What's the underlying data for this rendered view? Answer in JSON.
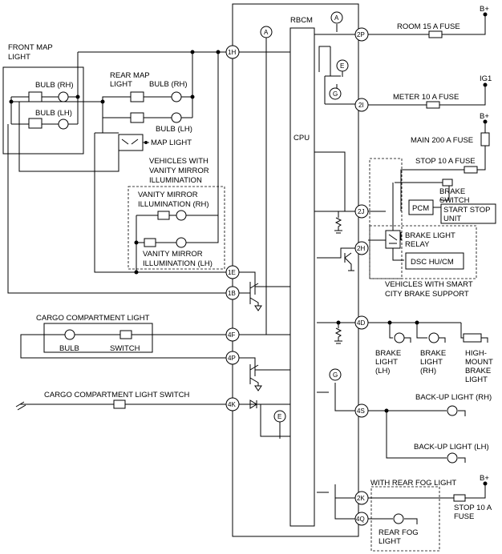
{
  "module": {
    "name": "RBCM",
    "cpu": "CPU"
  },
  "connectors": {
    "c1H": "1H",
    "c1E": "1E",
    "c1B": "1B",
    "c4F": "4F",
    "c4P": "4P",
    "c4K": "4K",
    "c2P": "2P",
    "c2I": "2I",
    "c2J": "2J",
    "c2H": "2H",
    "c4D": "4D",
    "c4S": "4S",
    "c2K": "2K",
    "c4Q": "4Q"
  },
  "refs": {
    "A": "A",
    "E": "E",
    "G": "G"
  },
  "power": {
    "bplus": "B+",
    "ig1": "IG1"
  },
  "fuses": {
    "room": "ROOM 15 A FUSE",
    "meter": "METER 10 A FUSE",
    "main": "MAIN 200 A FUSE",
    "stop": "STOP 10 A FUSE",
    "stop2_line1": "STOP 10 A",
    "stop2_line2": "FUSE"
  },
  "front_map": {
    "title_line1": "FRONT MAP",
    "title_line2": "LIGHT",
    "bulb_rh": "BULB (RH)",
    "bulb_lh": "BULB (LH)"
  },
  "rear_map": {
    "title_line1": "REAR MAP",
    "title_line2": "LIGHT",
    "bulb_rh": "BULB (RH)",
    "bulb_lh": "BULB (LH)",
    "map_light": "MAP LIGHT"
  },
  "vanity": {
    "vehicles_line1": "VEHICLES WITH",
    "vehicles_line2": "VANITY MIRROR",
    "vehicles_line3": "ILLUMINATION",
    "rh_line1": "VANITY MIRROR",
    "rh_line2": "ILLUMINATION (RH)",
    "lh_line1": "VANITY MIRROR",
    "lh_line2": "ILLUMINATION (LH)"
  },
  "cargo": {
    "title": "CARGO COMPARTMENT LIGHT",
    "bulb": "BULB",
    "switch": "SWITCH",
    "switch_title": "CARGO COMPARTMENT LIGHT SWITCH"
  },
  "brake": {
    "switch_line1": "BRAKE",
    "switch_line2": "SWITCH",
    "pcm": "PCM",
    "ss_line1": "START STOP",
    "ss_line2": "UNIT",
    "relay_line1": "BRAKE LIGHT",
    "relay_line2": "RELAY",
    "dsc": "DSC HU/CM",
    "scbs_line1": "VEHICLES WITH SMART",
    "scbs_line2": "CITY BRAKE SUPPORT",
    "lh_line1": "BRAKE",
    "lh_line2": "LIGHT",
    "lh_line3": "(LH)",
    "rh_line1": "BRAKE",
    "rh_line2": "LIGHT",
    "rh_line3": "(RH)",
    "hm_line1": "HIGH-",
    "hm_line2": "MOUNT",
    "hm_line3": "BRAKE",
    "hm_line4": "LIGHT"
  },
  "backup": {
    "rh": "BACK-UP LIGHT (RH)",
    "lh": "BACK-UP LIGHT (LH)"
  },
  "fog": {
    "with": "WITH REAR FOG LIGHT",
    "light_line1": "REAR FOG",
    "light_line2": "LIGHT"
  }
}
